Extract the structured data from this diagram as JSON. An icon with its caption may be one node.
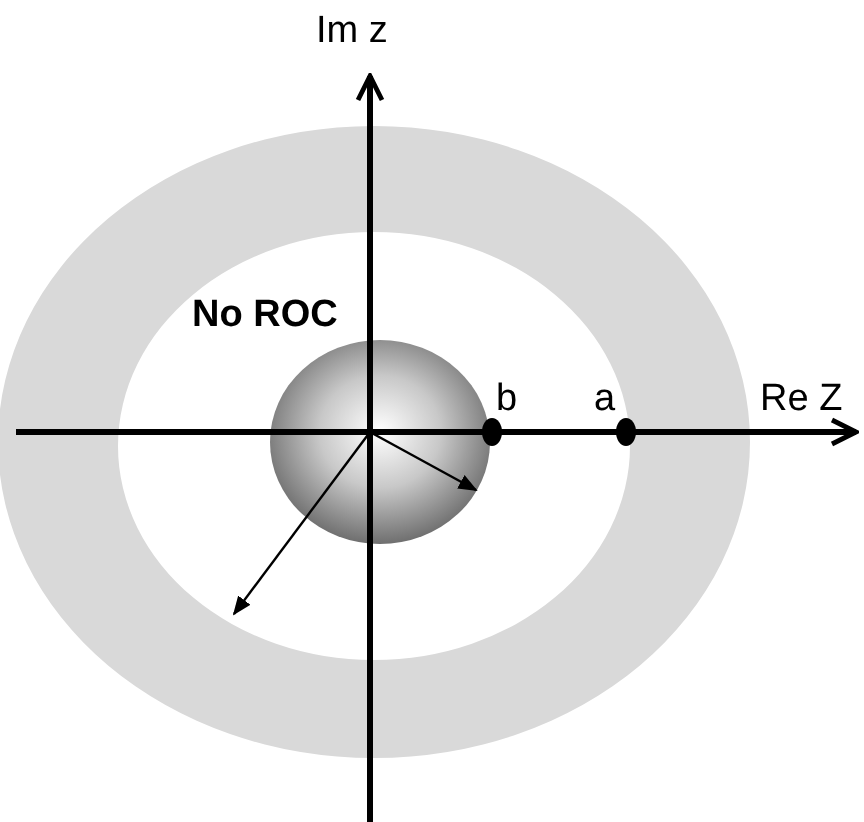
{
  "diagram": {
    "labels": [
      "Im z",
      "No ROC",
      "b",
      "a",
      "Re Z"
    ]
  }
}
